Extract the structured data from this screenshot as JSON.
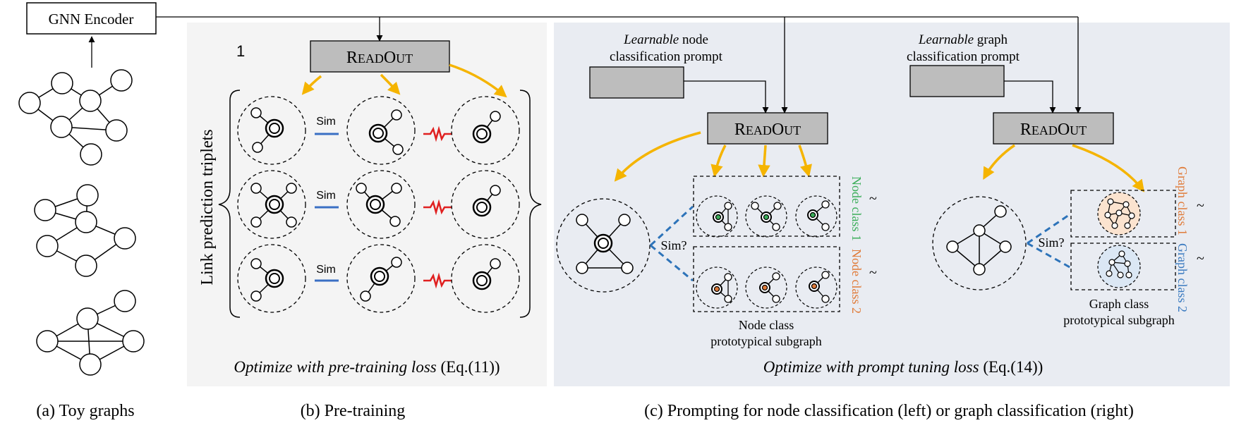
{
  "encoder": {
    "label": "GNN Encoder"
  },
  "readout": {
    "first": "R",
    "rest_small": "EAD",
    "mid": "O",
    "rest_small2": "UT"
  },
  "pretrain": {
    "step_number": "1",
    "side_label": "Link prediction triplets",
    "sim_label": "Sim",
    "optimize_italic": "Optimize with pre-training loss",
    "optimize_eq": "(Eq.(11))"
  },
  "prompt": {
    "node_prompt_italic": "Learnable",
    "node_prompt_rest": "node",
    "node_prompt_line2": "classification prompt",
    "graph_prompt_italic": "Learnable",
    "graph_prompt_rest": "graph",
    "graph_prompt_line2": "classification prompt",
    "sim_q": "Sim?",
    "node_class_1": "Node class 1",
    "node_class_2": "Node class 2",
    "graph_class_1": "Graph class 1",
    "graph_class_2": "Graph class 2",
    "node_proto_line1": "Node class",
    "node_proto_line2": "prototypical subgraph",
    "graph_proto_line1": "Graph class",
    "graph_proto_line2": "prototypical subgraph",
    "optimize_italic": "Optimize with prompt tuning loss",
    "optimize_eq": "(Eq.(14))",
    "tilde": "~"
  },
  "captions": {
    "a": "(a) Toy graphs",
    "b": "(b) Pre-training",
    "c": "(c) Prompting for node classification (left) or graph classification (right)"
  },
  "colors": {
    "panel_b_bg": "#f4f4f4",
    "panel_c_bg": "#e9ecf2",
    "readout_fill": "#bdbdbd",
    "arrow_yellow": "#f5b400",
    "sim_blue": "#3a6fc4",
    "dissim_red": "#e02020",
    "dashed_blue": "#2d73b9",
    "node_class1_green": "#3cae5a",
    "node_class2_orange": "#e07b39",
    "graph_class1_orange": "#e07b39",
    "graph_class2_blue": "#3a7ac0",
    "graph1_fill": "#fbe3cf",
    "graph2_fill": "#dbe7f4"
  }
}
